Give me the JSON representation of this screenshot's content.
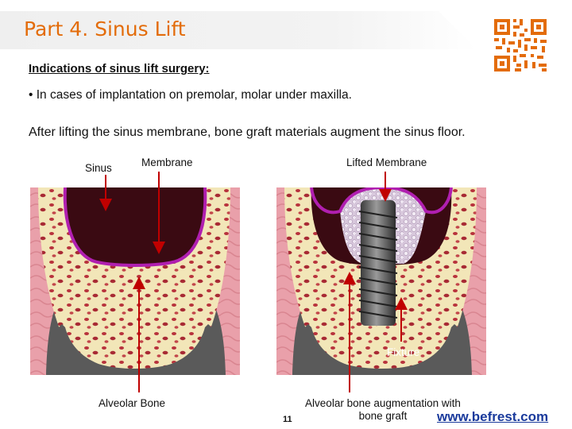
{
  "title": "Part 4. Sinus Lift",
  "heading": "Indications of sinus lift surgery:",
  "bullet": "• In cases of implantation on premolar, molar under maxilla.",
  "paragraph": "After lifting the sinus membrane, bone graft materials augment the sinus floor.",
  "figure_left": {
    "label_sinus": "Sinus",
    "label_membrane": "Membrane",
    "label_bottom": "Alveolar Bone"
  },
  "figure_right": {
    "label_top": "Lifted Membrane",
    "label_fixture": "Fixture",
    "label_bottom_line1": "Alveolar bone augmentation with",
    "label_bottom_line2": "bone graft"
  },
  "page_number": "11",
  "website": "www.befrest.com",
  "colors": {
    "title": "#e36c0a",
    "arrow": "#c00000",
    "membrane": "#b01fb0",
    "bone": "#f2e6b8",
    "gum": "#e9a0aa",
    "sinus": "#3a0a12",
    "base": "#5a5a5a",
    "link": "#1a3a9c"
  }
}
